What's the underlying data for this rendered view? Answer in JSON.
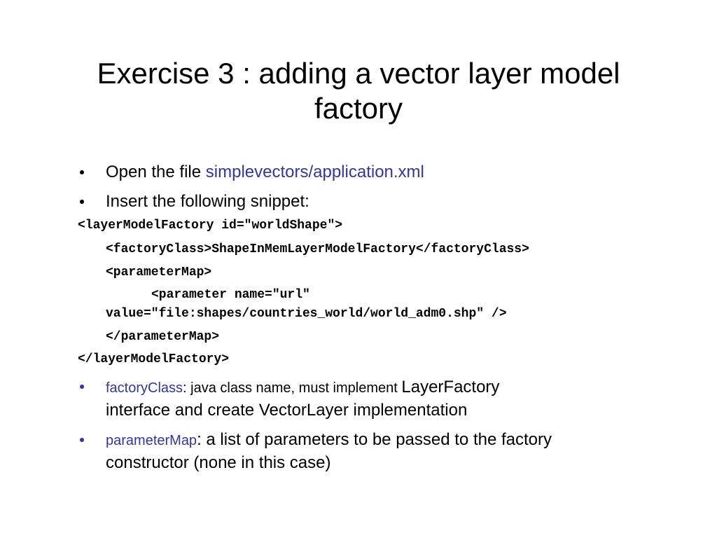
{
  "slide": {
    "title_line1": "Exercise 3 : adding a vector layer model",
    "title_line2": "factory",
    "bullet1": {
      "text": "Open the file ",
      "link": "simplevectors/application.xml"
    },
    "bullet2": {
      "text": "Insert the following snippet:"
    },
    "code_lines": [
      "<layerModelFactory id=\"worldShape\">",
      "<factoryClass>ShapeInMemLayerModelFactory</factoryClass>",
      "<parameterMap>",
      "<parameter name=\"url\"",
      "value=\"file:shapes/countries_world/world_adm0.shp\" />",
      "</parameterMap>",
      "</layerModelFactory>"
    ],
    "bullet3": {
      "term": "factoryClass",
      "small_text": ": java class name, must implement ",
      "large_text": "LayerFactory",
      "line2": "interface and create VectorLayer implementation"
    },
    "bullet4": {
      "term": "parameterMap",
      "text": ": a list of parameters to be passed to the factory",
      "line2": "constructor (none in this case)"
    },
    "colors": {
      "link": "#3333aa",
      "text": "#000000"
    }
  }
}
